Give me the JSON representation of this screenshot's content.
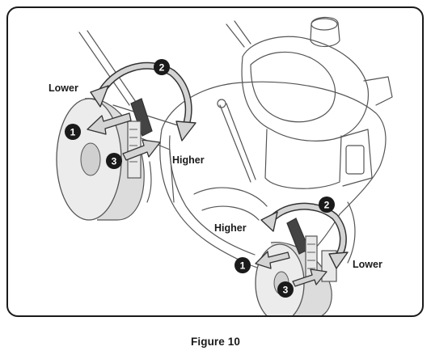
{
  "figure": {
    "caption": "Figure 10",
    "labels": {
      "lower_left": "Lower",
      "higher_center": "Higher",
      "higher_right": "Higher",
      "lower_right": "Lower"
    },
    "callouts": {
      "one": "1",
      "two": "2",
      "three": "3"
    },
    "colors": {
      "ink": "#1a1a1a",
      "line": "#555555",
      "wheel_fill": "#e6e6e6",
      "arrow_fill": "#bdbdbd"
    }
  }
}
